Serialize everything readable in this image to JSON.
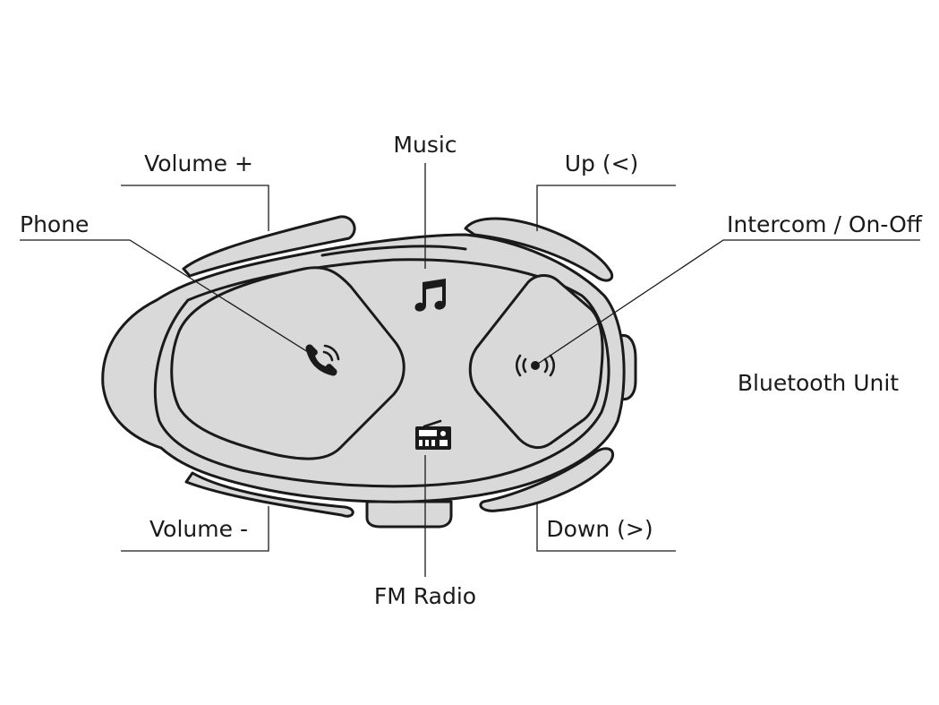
{
  "labels": {
    "music": "Music",
    "volume_up": "Volume +",
    "up": "Up (<)",
    "phone": "Phone",
    "intercom": "Intercom / On-Off",
    "bluetooth_unit": "Bluetooth Unit",
    "volume_down": "Volume -",
    "down": "Down (>)",
    "fm_radio": "FM Radio"
  },
  "icons": [
    "phone-icon",
    "music-note-icon",
    "intercom-icon",
    "radio-icon"
  ],
  "colors": {
    "device_fill": "#d9d9d9",
    "outline": "#1a1a1a",
    "background": "#ffffff"
  }
}
